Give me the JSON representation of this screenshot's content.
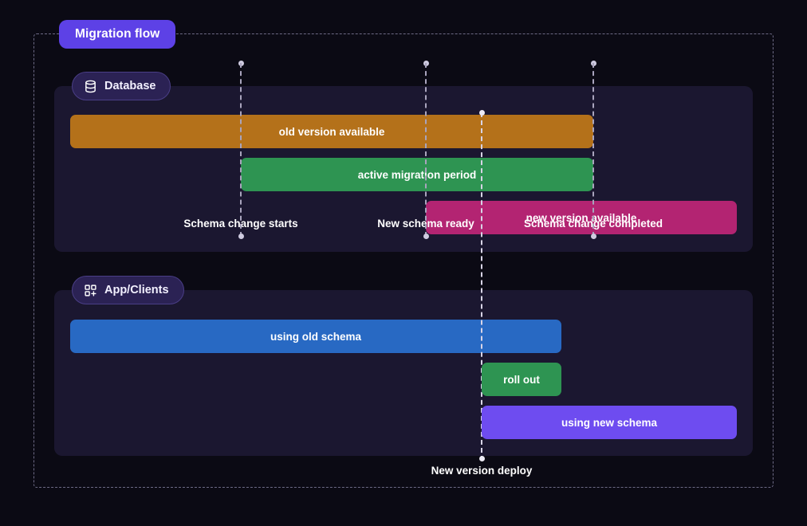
{
  "title": {
    "text": "Migration flow",
    "color": "#5d41e6"
  },
  "canvas": {
    "background": "#0b0a14",
    "lane_background": "#1b1730"
  },
  "lanes": [
    {
      "id": "database",
      "label": "Database",
      "icon": "database-icon"
    },
    {
      "id": "app-clients",
      "label": "App/Clients",
      "icon": "grid-plus-icon"
    }
  ],
  "milestones": [
    {
      "id": "schema-change-starts",
      "label": "Schema change starts",
      "x": 302
    },
    {
      "id": "new-schema-ready",
      "label": "New schema ready",
      "x": 534
    },
    {
      "id": "schema-change-completed",
      "label": "Schema change completed",
      "x": 744
    }
  ],
  "deploy_marker": {
    "id": "new-version-deploy",
    "label": "New version deploy",
    "x": 604
  },
  "chart_data": {
    "type": "bar",
    "title": "Migration flow",
    "xlabel": "",
    "ylabel": "",
    "series": [
      {
        "name": "Database",
        "bars": [
          {
            "label": "old version available",
            "start": 88,
            "end": 744,
            "color": "#b4711a"
          },
          {
            "label": "active migration period",
            "start": 302,
            "end": 744,
            "color": "#2e9452"
          },
          {
            "label": "new version available",
            "start": 534,
            "end": 924,
            "color": "#b32472"
          }
        ]
      },
      {
        "name": "App/Clients",
        "bars": [
          {
            "label": "using old schema",
            "start": 88,
            "end": 704,
            "color": "#2869c3"
          },
          {
            "label": "roll out",
            "start": 604,
            "end": 704,
            "color": "#2e9452"
          },
          {
            "label": "using new schema",
            "start": 604,
            "end": 924,
            "color": "#6e4cf0"
          }
        ]
      }
    ],
    "annotations": [
      "Schema change starts",
      "New schema ready",
      "Schema change completed",
      "New version deploy"
    ]
  }
}
